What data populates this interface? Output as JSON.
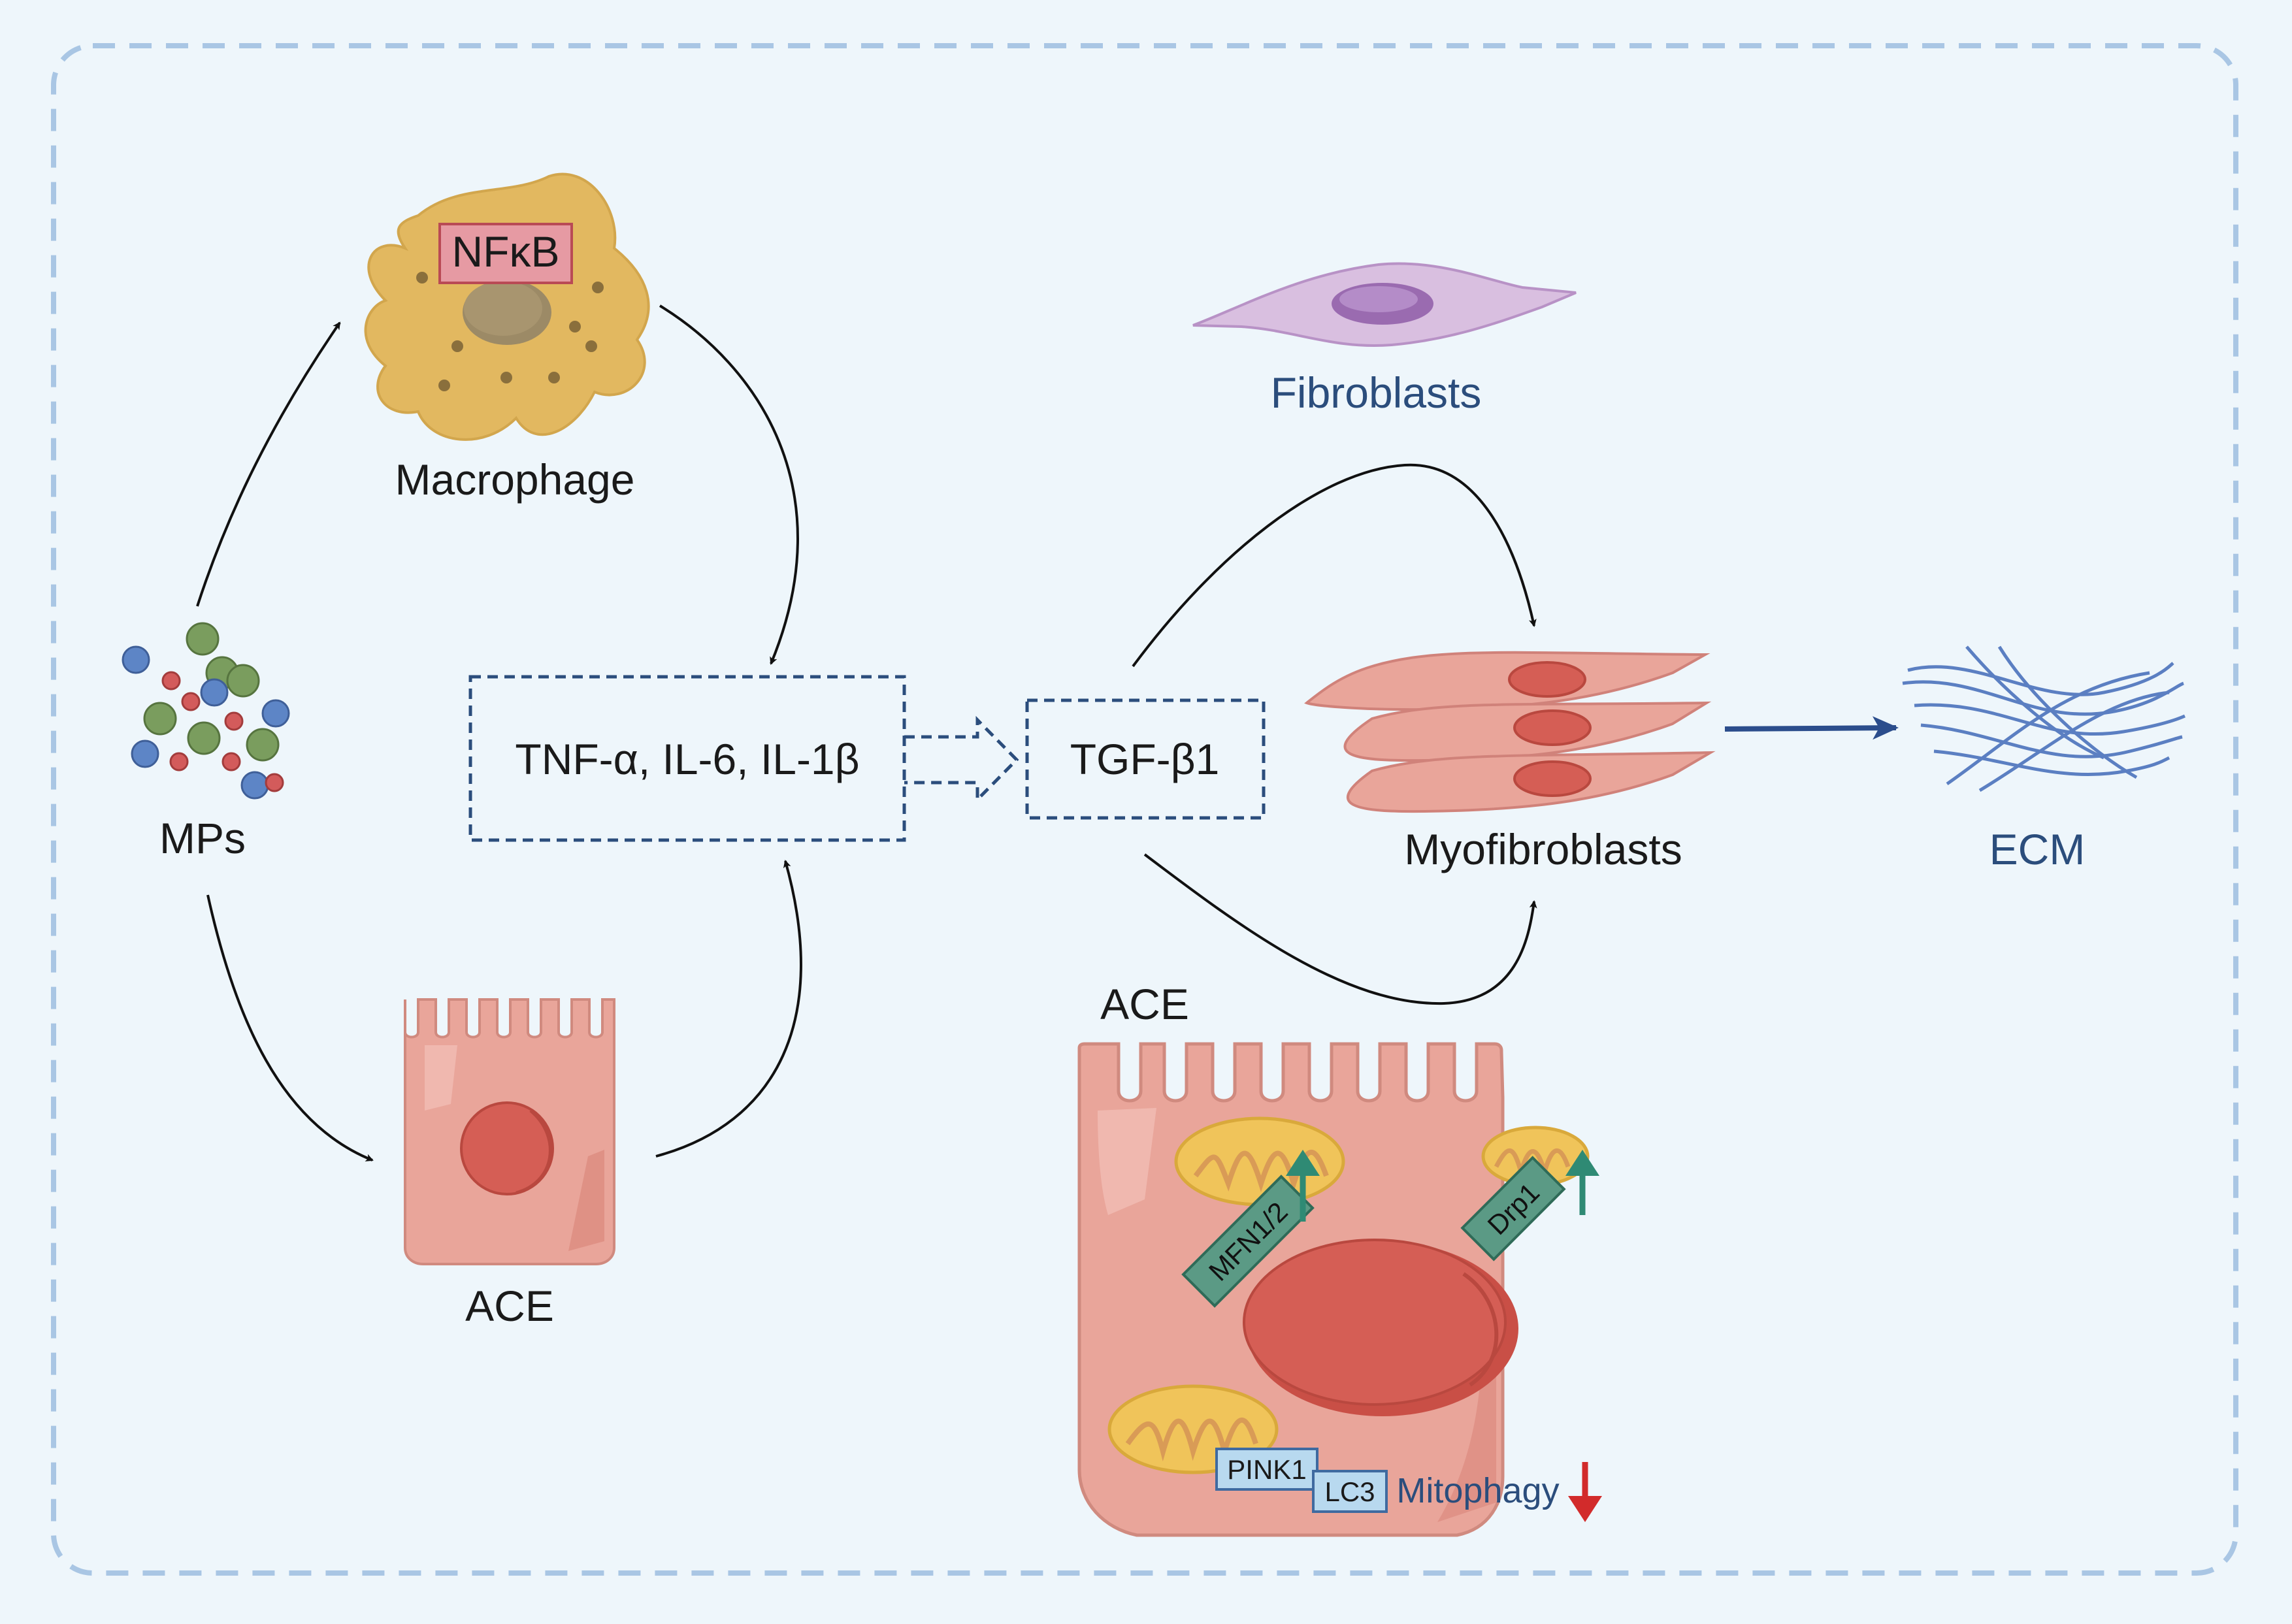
{
  "labels": {
    "macrophage": "Macrophage",
    "nfkb": "NFκB",
    "mps": "MPs",
    "ace_left": "ACE",
    "cytokines": "TNF-α, IL-6, IL-1β",
    "tgf": "TGF-β1",
    "fibroblasts": "Fibroblasts",
    "myofibroblasts": "Myofibroblasts",
    "ecm": "ECM",
    "ace_right": "ACE",
    "mfn": "MFN1/2",
    "drp1": "Drp1",
    "pink1": "PINK1",
    "lc3": "LC3",
    "mitophagy": "Mitophagy"
  },
  "colors": {
    "background": "#eef6fb",
    "frame": "#a9c6e4",
    "macrophage": "#e2b860",
    "cell_pink": "#e9a59a",
    "nucleus": "#d55e55",
    "fibroblast": "#d9bfe0",
    "fibroblast_nucleus": "#9a6bb0",
    "mitochondria": "#f0c45a",
    "label_box": "#5b9a85",
    "marker_box": "#b8d9ef",
    "up_arrow": "#2f8a74",
    "down_arrow": "#d22b2b",
    "ecm": "#5b7fc2",
    "dashed_box": "#2b4d7c"
  }
}
